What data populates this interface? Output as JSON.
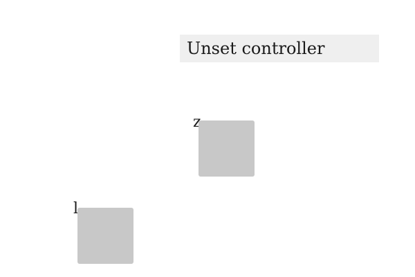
{
  "status": {
    "text": "Unset controller"
  },
  "targets": [
    {
      "label": "z"
    },
    {
      "label": "l"
    }
  ]
}
